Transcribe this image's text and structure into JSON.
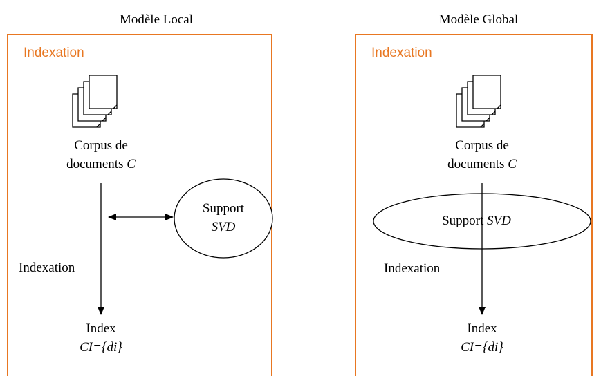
{
  "colors": {
    "accent": "#e87722",
    "line": "#000000"
  },
  "local": {
    "title": "Modèle Local",
    "section_label": "Indexation",
    "corpus_line1": "Corpus de",
    "corpus_line2": "documents",
    "corpus_var": "C",
    "support_label": "Support",
    "support_var": "SVD",
    "edge_label": "Indexation",
    "index_label": "Index",
    "index_formula": "CI={di}"
  },
  "global": {
    "title": "Modèle Global",
    "section_label": "Indexation",
    "corpus_line1": "Corpus de",
    "corpus_line2": "documents",
    "corpus_var": "C",
    "support_label": "Support",
    "support_var": "SVD",
    "edge_label": "Indexation",
    "index_label": "Index",
    "index_formula": "CI={di}"
  }
}
